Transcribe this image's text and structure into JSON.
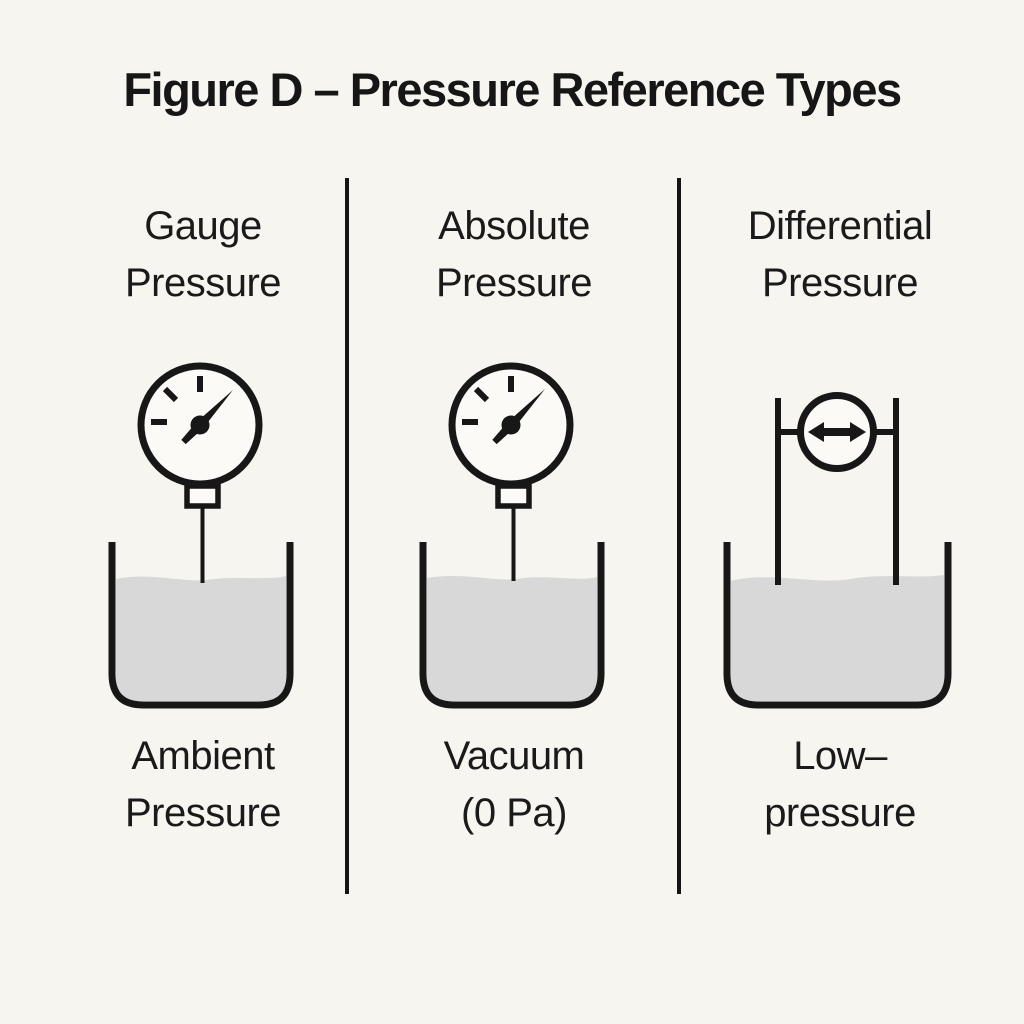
{
  "figure": {
    "title": "Figure D – Pressure Reference Types"
  },
  "columns": [
    {
      "header_line1": "Gauge",
      "header_line2": "Pressure",
      "icon": "pressure-gauge-icon",
      "reference_medium": "liquid-vessel",
      "vessel_label_line1": "Ambient",
      "vessel_label_line2": "Pressure"
    },
    {
      "header_line1": "Absolute",
      "header_line2": "Pressure",
      "icon": "pressure-gauge-icon",
      "reference_medium": "liquid-vessel",
      "vessel_label_line1": "Vacuum",
      "vessel_label_line2": "(0 Pa)"
    },
    {
      "header_line1": "Differential",
      "header_line2": "Pressure",
      "icon": "differential-flow-arrow-icon",
      "reference_medium": "liquid-vessel",
      "vessel_label_line1": "Low–",
      "vessel_label_line2": "pressure"
    }
  ],
  "colors": {
    "background": "#f7f5f0",
    "ink": "#171717",
    "liquid": "#d8d8d8",
    "dial_face": "#fbfaf7",
    "divider": "#151515"
  }
}
